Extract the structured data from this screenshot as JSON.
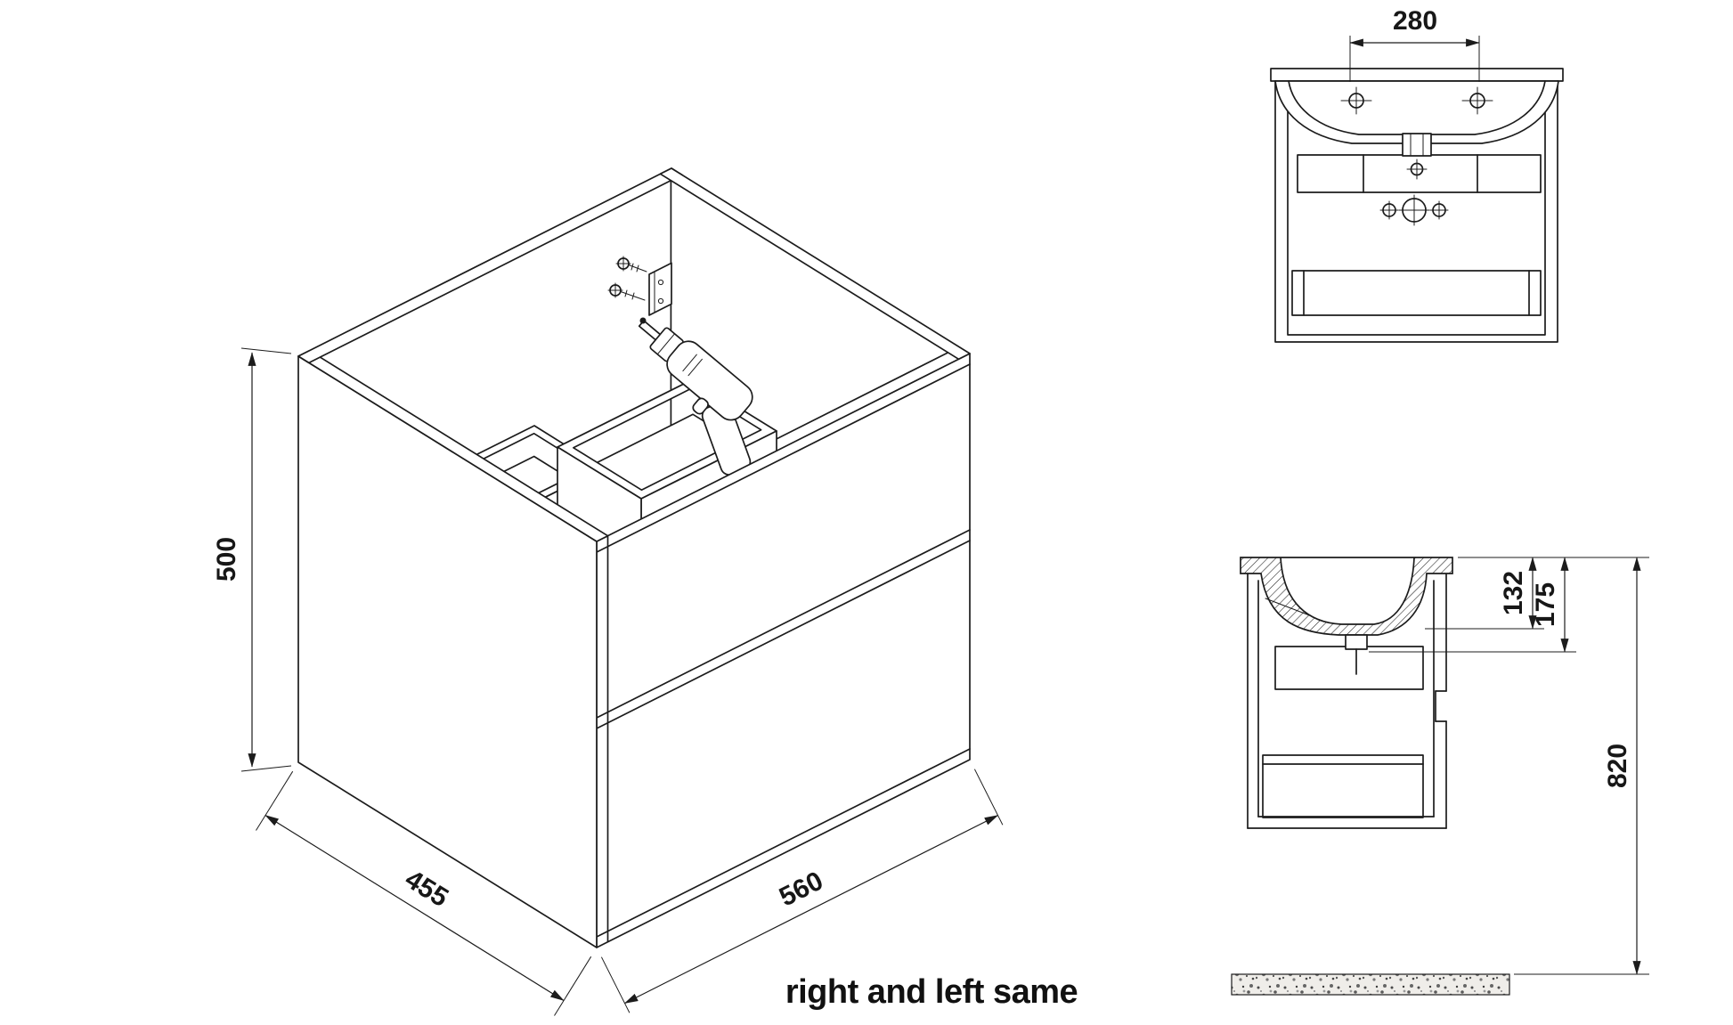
{
  "drawing": {
    "note": "right and left same",
    "iso": {
      "dim_height": "500",
      "dim_depth": "455",
      "dim_width": "560"
    },
    "front_view": {
      "dim_faucet_spacing": "280"
    },
    "side_view": {
      "dim_basin_depth": "132",
      "dim_top_depth": "175",
      "dim_floor_height": "820"
    },
    "colors": {
      "line": "#1c1c1c",
      "background": "#ffffff",
      "floor_fill": "#efede9"
    }
  }
}
